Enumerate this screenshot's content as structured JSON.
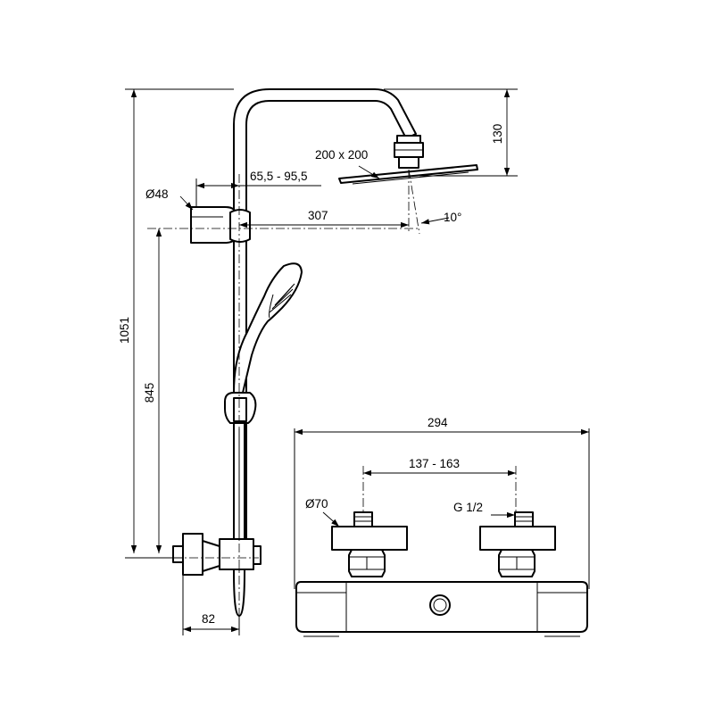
{
  "diagram": {
    "labels": {
      "total_height": "1051",
      "outlet_height": "845",
      "head_drop": "130",
      "head_size": "200 x 200",
      "holder_diameter": "Ø48",
      "rail_offset": "65,5 - 95,5",
      "arm_reach": "307",
      "tilt_angle": "10°",
      "wall_projection": "82",
      "mixer_width": "294",
      "inlet_centers": "137 - 163",
      "cover_diameter": "Ø70",
      "thread_size": "G 1/2"
    }
  }
}
